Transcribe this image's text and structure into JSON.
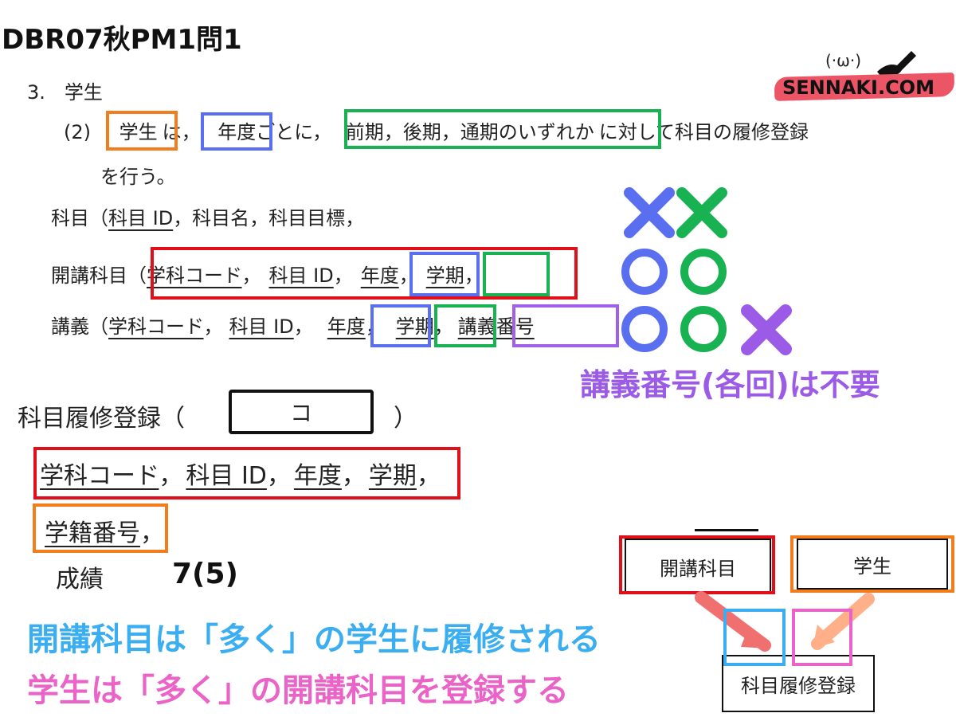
{
  "header": {
    "title": "DBR07秋PM1問1"
  },
  "logo": {
    "face": "(·ω·)",
    "text": "SENNAKI.COM"
  },
  "question": {
    "section": "3.　学生",
    "line1_prefix": "(2)",
    "line1_student": "学生",
    "line1_ha": "は，",
    "line1_year": "年度",
    "line1_gotoni": "ごとに，",
    "line1_terms": "前期，後期，通期のいずれか",
    "line1_rest": "に対して科目の履修登録",
    "line2": "を行う。"
  },
  "schemas": {
    "subject": {
      "name": "科目",
      "open": "（",
      "key": "科目 ID",
      "rest": "，科目名，科目目標，"
    },
    "offering": {
      "name": "開講科目",
      "open": "（",
      "a": "学科コード",
      "sep1": "，",
      "b": "科目 ID",
      "sep2": "，",
      "c": "年度",
      "sep3": "，",
      "d": "学期",
      "sep4": "，"
    },
    "lecture": {
      "name": "講義",
      "open": "（",
      "a": "学科コード",
      "sep1": "，",
      "b": "科目 ID",
      "sep2": "，",
      "c": "年度",
      "sep3": "，",
      "d": "学期",
      "sep4": "，",
      "e": "講義番号"
    }
  },
  "marks": {
    "row1": [
      "×",
      "×"
    ],
    "row2": [
      "○",
      "○"
    ],
    "row3": [
      "○",
      "○",
      "×"
    ],
    "note": "講義番号(各回)は不要",
    "colors": {
      "blue": "#5a6ef0",
      "green": "#18b253",
      "purple": "#9b5be6"
    }
  },
  "registration": {
    "title": "科目履修登録（",
    "blank": "コ",
    "close": "）",
    "row1_a": "学科コード",
    "row1_sep1": "，",
    "row1_b": "科目 ID",
    "row1_sep2": "，",
    "row1_c": "年度",
    "row1_sep3": "，",
    "row1_d": "学期",
    "row1_sep4": "，",
    "row2": "学籍番号",
    "row2_sep": "，",
    "row3": "成績",
    "count": "7(5)"
  },
  "explanation": {
    "line1": "開講科目は「多く」の学生に履修される",
    "line2": "学生は「多く」の開講科目を登録する",
    "color1": "#3aaef0",
    "color2": "#ea64c8"
  },
  "diagram": {
    "entity_offering": "開講科目",
    "entity_student": "学生",
    "entity_registration": "科目履修登録"
  }
}
